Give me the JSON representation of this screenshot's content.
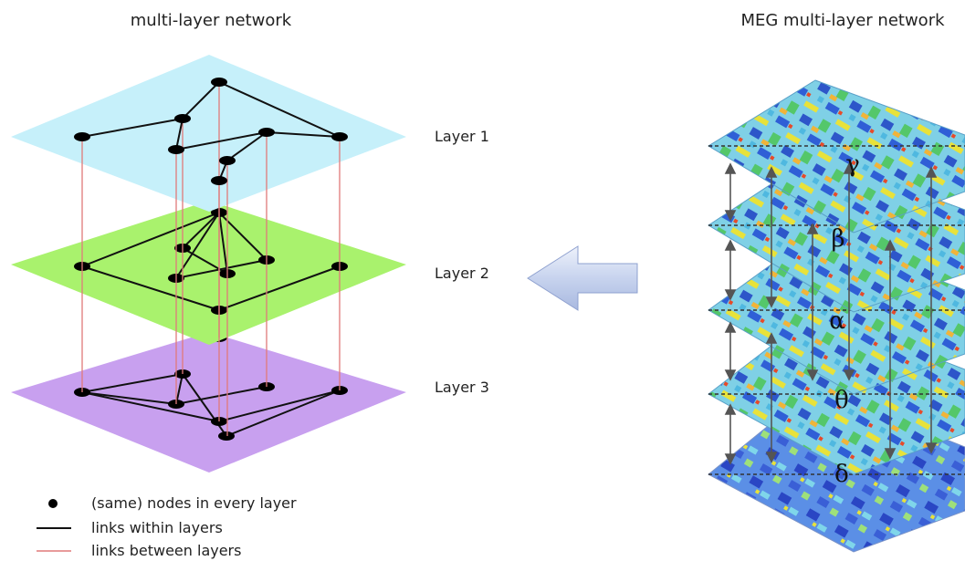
{
  "titles": {
    "left": "multi-layer network",
    "right": "MEG multi-layer network"
  },
  "layers": [
    {
      "label": "Layer 1",
      "color": "#c6f0fa"
    },
    {
      "label": "Layer 2",
      "color": "#a9f26d"
    },
    {
      "label": "Layer 3",
      "color": "#c8a0ef"
    }
  ],
  "legend": {
    "nodes": "(same) nodes in every layer",
    "within": "links within layers",
    "between": "links between layers",
    "within_color": "#111111",
    "between_color": "#e07a7a"
  },
  "meg_bands": [
    "γ",
    "β",
    "α",
    "θ",
    "δ"
  ],
  "arrow_color": "#c7d3ee"
}
